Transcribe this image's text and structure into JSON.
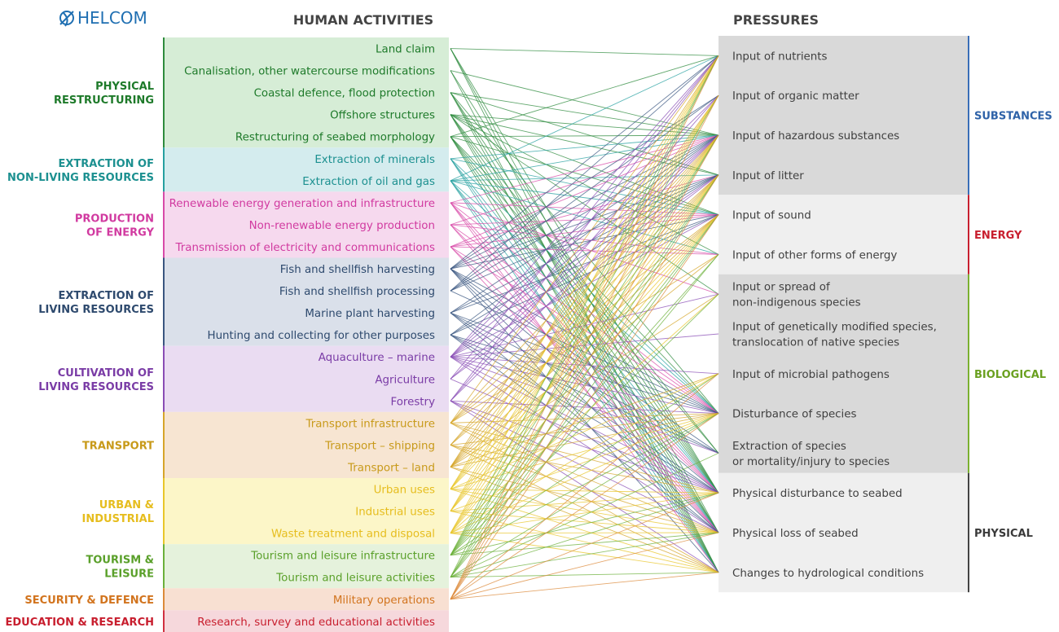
{
  "logo": {
    "text": "HELCOM",
    "color": "#1f6fb2"
  },
  "headers": {
    "activities": "HUMAN ACTIVITIES",
    "pressures": "PRESSURES"
  },
  "activity_groups": [
    {
      "lines": [
        "PHYSICAL",
        "RESTRUCTURING"
      ],
      "text_color": "#1e7a2a",
      "bar_color": "#2e8b3d",
      "bg": "#d6edd6",
      "items": [
        "Land claim",
        "Canalisation, other watercourse modifications",
        "Coastal defence, flood protection",
        "Offshore structures",
        "Restructuring of seabed morphology"
      ]
    },
    {
      "lines": [
        "EXTRACTION OF",
        "NON-LIVING RESOURCES"
      ],
      "text_color": "#1c9090",
      "bar_color": "#26a0a0",
      "bg": "#d4ecee",
      "items": [
        "Extraction of minerals",
        "Extraction of oil and gas"
      ]
    },
    {
      "lines": [
        "PRODUCTION",
        "OF ENERGY"
      ],
      "text_color": "#d13aa0",
      "bar_color": "#d84aa8",
      "bg": "#f6d9ee",
      "items": [
        "Renewable energy generation and infrastructure",
        "Non-renewable energy production",
        "Transmission of electricity and communications"
      ]
    },
    {
      "lines": [
        "EXTRACTION OF",
        "LIVING RESOURCES"
      ],
      "text_color": "#2e4a6e",
      "bar_color": "#3a5680",
      "bg": "#dae0ea",
      "items": [
        "Fish and shellfish harvesting",
        "Fish and shellfish processing",
        "Marine plant harvesting",
        "Hunting and collecting for other purposes"
      ]
    },
    {
      "lines": [
        "CULTIVATION OF",
        "LIVING RESOURCES"
      ],
      "text_color": "#7a3ca6",
      "bar_color": "#8a4db5",
      "bg": "#eadcf2",
      "items": [
        "Aquaculture – marine",
        "Agriculture",
        "Forestry"
      ]
    },
    {
      "lines": [
        "TRANSPORT"
      ],
      "text_color": "#c89a1a",
      "bar_color": "#d6a52a",
      "bg": "#f7e5d2",
      "items": [
        "Transport infrastructure",
        "Transport – shipping",
        "Transport – land"
      ]
    },
    {
      "lines": [
        "URBAN &",
        "INDUSTRIAL"
      ],
      "text_color": "#e6bd1e",
      "bar_color": "#e8c62a",
      "bg": "#fcf6c8",
      "items": [
        "Urban uses",
        "Industrial uses",
        "Waste treatment and disposal"
      ]
    },
    {
      "lines": [
        "TOURISM &",
        "LEISURE"
      ],
      "text_color": "#5aa02a",
      "bar_color": "#6bb03a",
      "bg": "#e5f2dc",
      "items": [
        "Tourism and leisure infrastructure",
        "Tourism and leisure activities"
      ]
    },
    {
      "lines": [
        "SECURITY & DEFENCE"
      ],
      "text_color": "#d2741e",
      "bar_color": "#dc8a3a",
      "bg": "#f8e0d2",
      "items": [
        "Military operations"
      ]
    },
    {
      "lines": [
        "EDUCATION & RESEARCH"
      ],
      "text_color": "#c81e2e",
      "bar_color": "#d03040",
      "bg": "#f6d8dc",
      "items": [
        "Research, survey and educational activities"
      ]
    }
  ],
  "pressure_groups": [
    {
      "label": "SUBSTANCES",
      "text_color": "#2e62a8",
      "bar_color": "#3a6eb8",
      "bg": "#d9d9d9",
      "items": [
        [
          "Input of nutrients"
        ],
        [
          "Input of organic matter"
        ],
        [
          "Input of hazardous substances"
        ],
        [
          "Input of litter"
        ]
      ]
    },
    {
      "label": "ENERGY",
      "text_color": "#c81e2e",
      "bar_color": "#c82030",
      "bg": "#efefef",
      "items": [
        [
          "Input of sound"
        ],
        [
          "Input of other forms of energy"
        ]
      ]
    },
    {
      "label": "BIOLOGICAL",
      "text_color": "#6aa020",
      "bar_color": "#7ab030",
      "bg": "#d9d9d9",
      "items": [
        [
          "Input or spread of",
          "non-indigenous species"
        ],
        [
          "Input of genetically modified species,",
          "translocation of native species"
        ],
        [
          "Input of microbial pathogens"
        ],
        [
          "Disturbance of species"
        ],
        [
          "Extraction of species",
          "or mortality/injury to species"
        ]
      ]
    },
    {
      "label": "PHYSICAL",
      "text_color": "#3a3a3a",
      "bar_color": "#444444",
      "bg": "#efefef",
      "items": [
        [
          "Physical disturbance to seabed"
        ],
        [
          "Physical loss of seabed"
        ],
        [
          "Changes to hydrological conditions"
        ]
      ]
    }
  ],
  "links": [
    [
      0,
      0
    ],
    [
      0,
      11
    ],
    [
      0,
      12
    ],
    [
      0,
      13
    ],
    [
      0,
      14
    ],
    [
      1,
      2
    ],
    [
      1,
      11
    ],
    [
      1,
      13
    ],
    [
      1,
      14
    ],
    [
      2,
      2
    ],
    [
      2,
      3
    ],
    [
      2,
      9
    ],
    [
      2,
      11
    ],
    [
      2,
      12
    ],
    [
      2,
      13
    ],
    [
      2,
      14
    ],
    [
      3,
      2
    ],
    [
      3,
      3
    ],
    [
      3,
      4
    ],
    [
      3,
      5
    ],
    [
      3,
      6
    ],
    [
      3,
      10
    ],
    [
      3,
      11
    ],
    [
      3,
      12
    ],
    [
      3,
      13
    ],
    [
      4,
      0
    ],
    [
      4,
      2
    ],
    [
      4,
      4
    ],
    [
      4,
      9
    ],
    [
      4,
      10
    ],
    [
      4,
      11
    ],
    [
      4,
      12
    ],
    [
      4,
      13
    ],
    [
      4,
      14
    ],
    [
      5,
      2
    ],
    [
      5,
      4
    ],
    [
      5,
      9
    ],
    [
      5,
      11
    ],
    [
      5,
      12
    ],
    [
      5,
      13
    ],
    [
      5,
      14
    ],
    [
      6,
      0
    ],
    [
      6,
      2
    ],
    [
      6,
      3
    ],
    [
      6,
      4
    ],
    [
      6,
      5
    ],
    [
      6,
      9
    ],
    [
      6,
      11
    ],
    [
      6,
      12
    ],
    [
      6,
      13
    ],
    [
      7,
      2
    ],
    [
      7,
      4
    ],
    [
      7,
      6
    ],
    [
      7,
      9
    ],
    [
      7,
      11
    ],
    [
      7,
      12
    ],
    [
      7,
      13
    ],
    [
      8,
      2
    ],
    [
      8,
      4
    ],
    [
      8,
      5
    ],
    [
      8,
      9
    ],
    [
      8,
      11
    ],
    [
      8,
      12
    ],
    [
      8,
      14
    ],
    [
      9,
      2
    ],
    [
      9,
      3
    ],
    [
      9,
      4
    ],
    [
      9,
      5
    ],
    [
      9,
      9
    ],
    [
      9,
      11
    ],
    [
      9,
      12
    ],
    [
      10,
      0
    ],
    [
      10,
      1
    ],
    [
      10,
      2
    ],
    [
      10,
      3
    ],
    [
      10,
      4
    ],
    [
      10,
      9
    ],
    [
      10,
      10
    ],
    [
      10,
      11
    ],
    [
      10,
      12
    ],
    [
      10,
      13
    ],
    [
      11,
      0
    ],
    [
      11,
      1
    ],
    [
      11,
      2
    ],
    [
      11,
      3
    ],
    [
      11,
      9
    ],
    [
      11,
      14
    ],
    [
      12,
      2
    ],
    [
      12,
      3
    ],
    [
      12,
      4
    ],
    [
      12,
      9
    ],
    [
      12,
      10
    ],
    [
      12,
      11
    ],
    [
      12,
      12
    ],
    [
      13,
      2
    ],
    [
      13,
      3
    ],
    [
      13,
      4
    ],
    [
      13,
      9
    ],
    [
      13,
      10
    ],
    [
      13,
      11
    ],
    [
      13,
      12
    ],
    [
      14,
      0
    ],
    [
      14,
      1
    ],
    [
      14,
      2
    ],
    [
      14,
      3
    ],
    [
      14,
      4
    ],
    [
      14,
      6
    ],
    [
      14,
      7
    ],
    [
      14,
      8
    ],
    [
      14,
      9
    ],
    [
      14,
      10
    ],
    [
      14,
      11
    ],
    [
      14,
      12
    ],
    [
      15,
      0
    ],
    [
      15,
      2
    ],
    [
      15,
      3
    ],
    [
      15,
      11
    ],
    [
      15,
      14
    ],
    [
      16,
      0
    ],
    [
      16,
      1
    ],
    [
      16,
      2
    ],
    [
      16,
      9
    ],
    [
      16,
      11
    ],
    [
      16,
      12
    ],
    [
      16,
      13
    ],
    [
      17,
      0
    ],
    [
      17,
      2
    ],
    [
      17,
      3
    ],
    [
      17,
      4
    ],
    [
      17,
      5
    ],
    [
      17,
      9
    ],
    [
      17,
      11
    ],
    [
      17,
      12
    ],
    [
      17,
      13
    ],
    [
      18,
      2
    ],
    [
      18,
      3
    ],
    [
      18,
      4
    ],
    [
      18,
      9
    ],
    [
      18,
      11
    ],
    [
      18,
      12
    ],
    [
      18,
      13
    ],
    [
      19,
      0
    ],
    [
      19,
      1
    ],
    [
      19,
      2
    ],
    [
      19,
      3
    ],
    [
      19,
      4
    ],
    [
      19,
      5
    ],
    [
      19,
      6
    ],
    [
      19,
      8
    ],
    [
      19,
      9
    ],
    [
      19,
      12
    ],
    [
      19,
      13
    ],
    [
      19,
      14
    ],
    [
      20,
      0
    ],
    [
      20,
      1
    ],
    [
      20,
      2
    ],
    [
      20,
      3
    ],
    [
      20,
      4
    ],
    [
      20,
      8
    ],
    [
      20,
      9
    ],
    [
      20,
      11
    ],
    [
      20,
      12
    ],
    [
      20,
      13
    ],
    [
      20,
      14
    ],
    [
      21,
      0
    ],
    [
      21,
      1
    ],
    [
      21,
      2
    ],
    [
      21,
      3
    ],
    [
      21,
      4
    ],
    [
      21,
      9
    ],
    [
      21,
      11
    ],
    [
      21,
      12
    ],
    [
      21,
      13
    ],
    [
      21,
      14
    ],
    [
      22,
      0
    ],
    [
      22,
      1
    ],
    [
      22,
      2
    ],
    [
      22,
      3
    ],
    [
      22,
      4
    ],
    [
      22,
      6
    ],
    [
      22,
      8
    ],
    [
      22,
      9
    ],
    [
      22,
      11
    ],
    [
      22,
      12
    ],
    [
      22,
      13
    ],
    [
      23,
      0
    ],
    [
      23,
      1
    ],
    [
      23,
      2
    ],
    [
      23,
      3
    ],
    [
      23,
      4
    ],
    [
      23,
      5
    ],
    [
      23,
      6
    ],
    [
      23,
      8
    ],
    [
      23,
      9
    ],
    [
      23,
      11
    ],
    [
      23,
      12
    ],
    [
      24,
      0
    ],
    [
      24,
      2
    ],
    [
      24,
      3
    ],
    [
      24,
      4
    ],
    [
      24,
      5
    ],
    [
      24,
      9
    ],
    [
      24,
      10
    ],
    [
      24,
      11
    ],
    [
      24,
      12
    ],
    [
      24,
      13
    ],
    [
      24,
      14
    ],
    [
      25,
      0
    ],
    [
      25,
      1
    ],
    [
      25,
      2
    ],
    [
      25,
      3
    ],
    [
      25,
      4
    ],
    [
      25,
      8
    ],
    [
      25,
      9
    ],
    [
      25,
      11
    ],
    [
      25,
      12
    ],
    [
      25,
      13
    ]
  ]
}
